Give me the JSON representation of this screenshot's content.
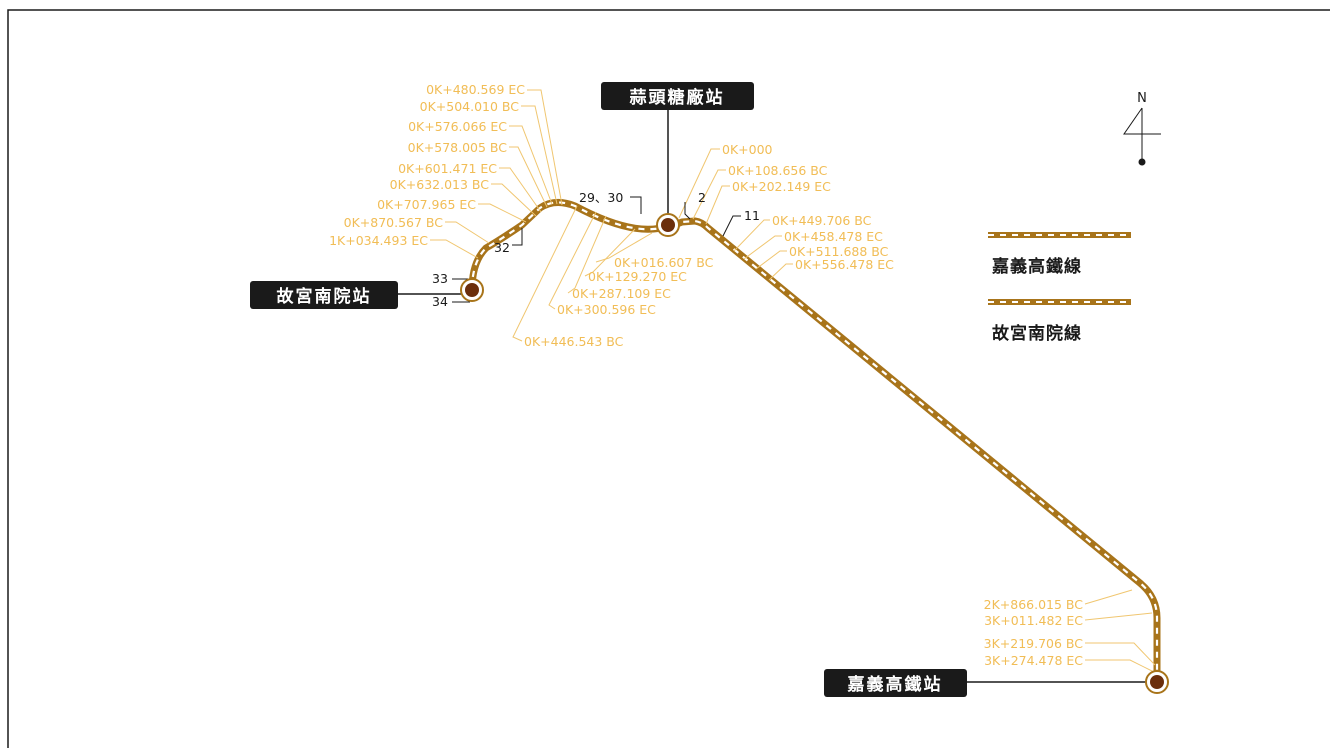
{
  "stations": {
    "suantou": "蒜頭糖廠站",
    "palace": "故宮南院站",
    "hsr": "嘉義高鐵站"
  },
  "legend": {
    "line1": "嘉義高鐵線",
    "line2": "故宮南院線"
  },
  "north": "N",
  "piers": {
    "p2": "2",
    "p11": "11",
    "p29_30": "29、30",
    "p32": "32",
    "p33": "33",
    "p34": "34"
  },
  "curve_labels": {
    "left_upper": [
      "0K+480.569 EC",
      "0K+504.010 BC",
      "0K+576.066 EC",
      "0K+578.005 BC",
      "0K+601.471 EC",
      "0K+632.013 BC",
      "0K+707.965 EC",
      "0K+870.567 BC",
      "1K+034.493 EC"
    ],
    "middle_lower": [
      "0K+016.607 BC",
      "0K+129.270 EC",
      "0K+287.109 EC",
      "0K+300.596 EC",
      "0K+446.543 BC"
    ],
    "right_upper": [
      "0K+000",
      "0K+108.656 BC",
      "0K+202.149 EC"
    ],
    "right_mid": [
      "0K+449.706 BC",
      "0K+458.478 EC",
      "0K+511.688 BC",
      "0K+556.478 EC"
    ],
    "bottom_right": [
      "2K+866.015 BC",
      "3K+011.482 EC",
      "3K+219.706 BC",
      "3K+274.478 EC"
    ]
  },
  "colors": {
    "track": "#a8741a",
    "curve_label": "#f1bd56",
    "station_fill": "#6b2e0c",
    "label_box": "#1a1a1a"
  }
}
